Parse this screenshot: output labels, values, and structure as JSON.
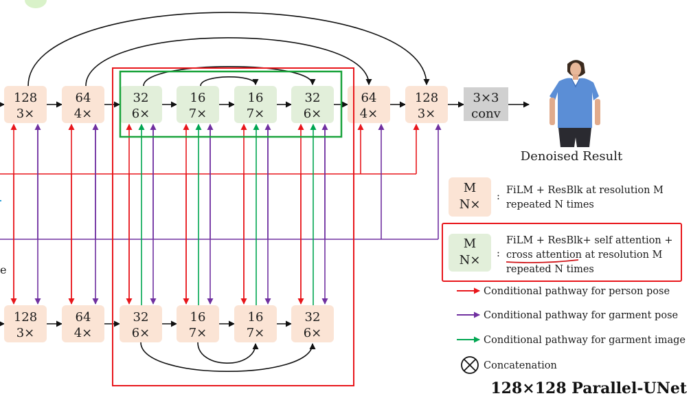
{
  "main_unet": {
    "blocks": [
      {
        "res": "128",
        "rep": "3×",
        "kind": "film"
      },
      {
        "res": "64",
        "rep": "4×",
        "kind": "film"
      },
      {
        "res": "32",
        "rep": "6×",
        "kind": "attn"
      },
      {
        "res": "16",
        "rep": "7×",
        "kind": "attn"
      },
      {
        "res": "16",
        "rep": "7×",
        "kind": "attn"
      },
      {
        "res": "32",
        "rep": "6×",
        "kind": "attn"
      },
      {
        "res": "64",
        "rep": "4×",
        "kind": "film"
      },
      {
        "res": "128",
        "rep": "3×",
        "kind": "film"
      }
    ],
    "final_conv": {
      "line1": "3×3",
      "line2": "conv"
    }
  },
  "garment_unet": {
    "blocks": [
      {
        "res": "128",
        "rep": "3×"
      },
      {
        "res": "64",
        "rep": "4×"
      },
      {
        "res": "32",
        "rep": "6×"
      },
      {
        "res": "16",
        "rep": "7×"
      },
      {
        "res": "16",
        "rep": "7×"
      },
      {
        "res": "32",
        "rep": "6×"
      }
    ]
  },
  "result_label": "Denoised Result",
  "left_fragment": "e",
  "legend": {
    "film_block": {
      "m": "M",
      "n": "N×"
    },
    "film_desc_1": "FiLM + ResBlk at resolution M",
    "film_desc_2": "repeated N times",
    "attn_block": {
      "m": "M",
      "n": "N×"
    },
    "attn_desc_1": "FiLM + ResBlk+ self attention +",
    "attn_desc_2a": "cross attention",
    "attn_desc_2b": " at resolution M",
    "attn_desc_3": "repeated N times",
    "colon": ":",
    "person_pose": "Conditional pathway for person pose",
    "garment_pose": "Conditional pathway for garment pose",
    "garment_image": "Conditional pathway for garment image",
    "concat": "Concatenation"
  },
  "title": "128×128 Parallel-UNet",
  "colors": {
    "film_fill": "#fbe4d5",
    "attn_fill": "#e2efda",
    "conv_fill": "#d0d0d0",
    "person_pose": "#e8161b",
    "garment_pose": "#7030a0",
    "garment_image": "#00a651",
    "highlight_green": "#19a33b",
    "highlight_red": "#e8161b"
  }
}
